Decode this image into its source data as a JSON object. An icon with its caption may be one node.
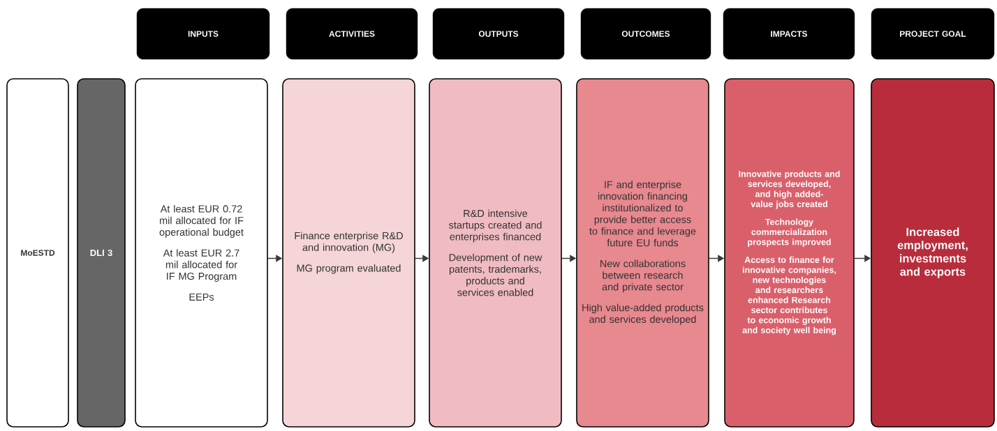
{
  "diagram": {
    "nodes": [
      {
        "text": [
          "INPUTS"
        ]
      },
      {
        "text": [
          "ACTIVITIES"
        ]
      },
      {
        "text": [
          "OUTPUTS"
        ]
      },
      {
        "text": [
          "OUTCOMES"
        ]
      },
      {
        "text": [
          "IMPACTS"
        ]
      },
      {
        "text": [
          "PROJECT GOAL"
        ]
      },
      {
        "text": [
          "MoESTD"
        ]
      },
      {
        "text": [
          "DLI 3"
        ]
      },
      {
        "text": [
          "At least EUR 0.72 mil allocated for IF operational budget",
          "At least EUR 2.7 mil allocated for IF MG Program",
          "EEPs"
        ]
      },
      {
        "text": [
          "Finance enterprise R&D and innovation (MG)",
          "MG program evaluated"
        ]
      },
      {
        "text": [
          "R&D intensive startups created and enterprises financed",
          "Development of new patents, trademarks, products and services enabled"
        ]
      },
      {
        "text": [
          "IF and enterprise innovation financing institutionalized to provide better access to finance and leverage future EU funds",
          "New collaborations between research and private sector",
          "High value-added products and services developed"
        ]
      },
      {
        "text": [
          "Innovative products and services developed, and high added-value jobs created",
          "Technology commercialization prospects improved",
          "Access to finance for innovative companies, new technologies and researchers enhanced Research sector contributes to economic growth and society well being"
        ]
      },
      {
        "text": [
          "Increased employment, investments and exports"
        ]
      }
    ],
    "edges": [
      {
        "from": 8,
        "to": 9,
        "arrow": "to"
      },
      {
        "from": 9,
        "to": 10,
        "arrow": "to"
      },
      {
        "from": 10,
        "to": 11,
        "arrow": "to"
      },
      {
        "from": 11,
        "to": 12,
        "arrow": "to"
      },
      {
        "from": 12,
        "to": 13,
        "arrow": "to"
      }
    ]
  }
}
